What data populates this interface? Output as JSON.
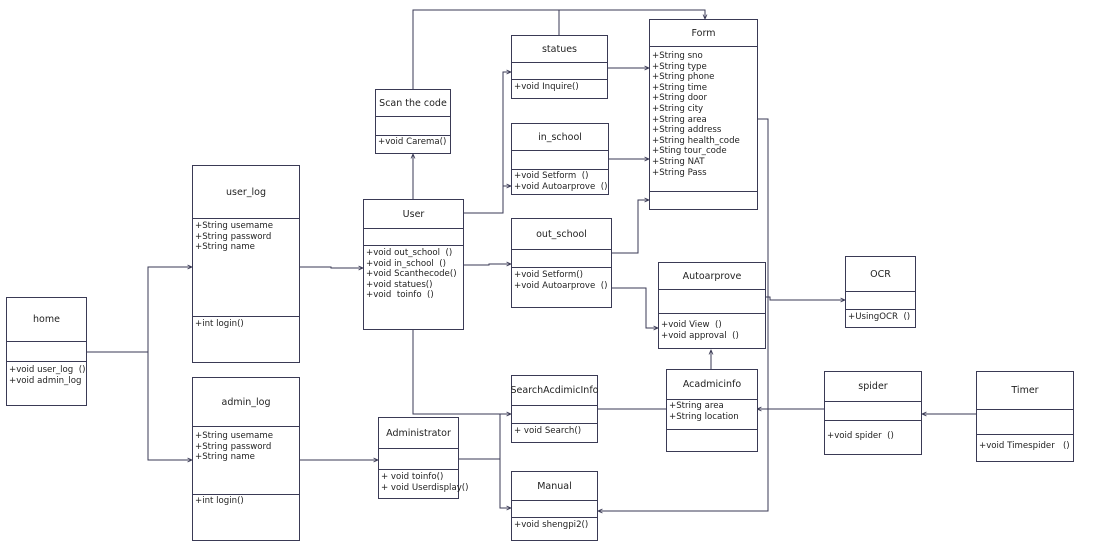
{
  "classes": {
    "home": {
      "name": "home",
      "attributes": [],
      "methods": [
        "+void user_log  ()",
        "+void admin_log"
      ]
    },
    "user_log": {
      "name": "user_log",
      "attributes": [
        "+String usemame",
        "+String password",
        "+String name"
      ],
      "methods": [
        "+int login()"
      ]
    },
    "admin_log": {
      "name": "admin_log",
      "attributes": [
        "+String usemame",
        "+String password",
        "+String name"
      ],
      "methods": [
        "+int login()"
      ]
    },
    "scan": {
      "name": "Scan the code",
      "attributes": [],
      "methods": [
        "+void Carema()"
      ]
    },
    "user": {
      "name": "User",
      "attributes": [],
      "methods": [
        "+void out_school  ()",
        "+void in_school  ()",
        "+void Scanthecode()",
        "+void statues()",
        "+void  toinfo  ()"
      ]
    },
    "statues": {
      "name": "statues",
      "attributes": [],
      "methods": [
        "+void Inquire()"
      ]
    },
    "in_school": {
      "name": "in_school",
      "attributes": [],
      "methods": [
        "+void Setform  ()",
        "+void Autoarprove  ()"
      ]
    },
    "out_school": {
      "name": "out_school",
      "attributes": [],
      "methods": [
        "+void Setform()",
        "+void Autoarprove  ()"
      ]
    },
    "form": {
      "name": "Form",
      "attributes": [
        "+String sno",
        "+String type",
        "+String phone",
        "+String time",
        "+String door",
        "+String city",
        "+String area",
        "+String address",
        "+String health_code",
        "+Sting tour_code",
        "+String NAT",
        "+String Pass"
      ],
      "methods": []
    },
    "autoarprove": {
      "name": "Autoarprove",
      "attributes": [],
      "methods": [
        "+void View  ()",
        "+void approval  ()"
      ]
    },
    "ocr": {
      "name": "OCR",
      "attributes": [],
      "methods": [
        "+UsingOCR  ()"
      ]
    },
    "administrator": {
      "name": "Administrator",
      "attributes": [],
      "methods": [
        "+ void toinfo()",
        "+ void Userdisplay()"
      ]
    },
    "search": {
      "name": "SearchAcdimicInfo",
      "attributes": [],
      "methods": [
        "+ void Search()"
      ]
    },
    "acadmicinfo": {
      "name": "Acadmicinfo",
      "attributes": [
        "+String area",
        "+String location"
      ],
      "methods": []
    },
    "spider": {
      "name": "spider",
      "attributes": [],
      "methods": [
        "+void spider  ()"
      ]
    },
    "timer": {
      "name": "Timer",
      "attributes": [],
      "methods": [
        "+void Timespider   ()"
      ]
    },
    "manual": {
      "name": "Manual",
      "attributes": [],
      "methods": [
        "+void shengpi2()"
      ]
    }
  }
}
